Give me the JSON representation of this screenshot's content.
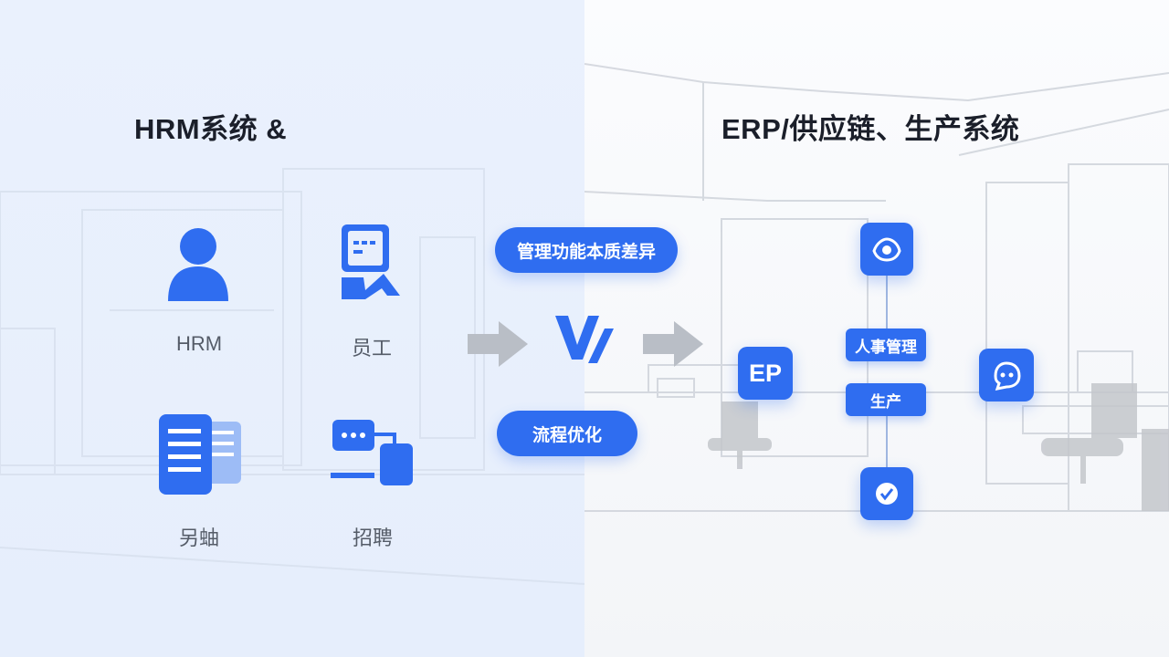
{
  "left": {
    "title": "HRM系统 &",
    "tiles": [
      {
        "label": "HRM",
        "icon": "user-icon"
      },
      {
        "label": "员工",
        "icon": "employee-board-icon"
      },
      {
        "label": "另蚰",
        "icon": "document-list-icon"
      },
      {
        "label": "招聘",
        "icon": "recruit-chat-icon"
      }
    ]
  },
  "center": {
    "top_pill": "管理功能本质差异",
    "bottom_pill": "流程优化",
    "logo_text": "V/"
  },
  "right": {
    "title": "ERP/供应链、生产系统",
    "ep_box": "EP",
    "chips": [
      "人事管理",
      "生产"
    ],
    "icons": [
      "eye-cloud-icon",
      "robot-face-icon",
      "check-circle-icon"
    ]
  },
  "colors": {
    "accent": "#2f6df0",
    "arrow": "#b9bec6",
    "left_bg": "#e8effc",
    "right_bg": "#f7f8fa"
  }
}
